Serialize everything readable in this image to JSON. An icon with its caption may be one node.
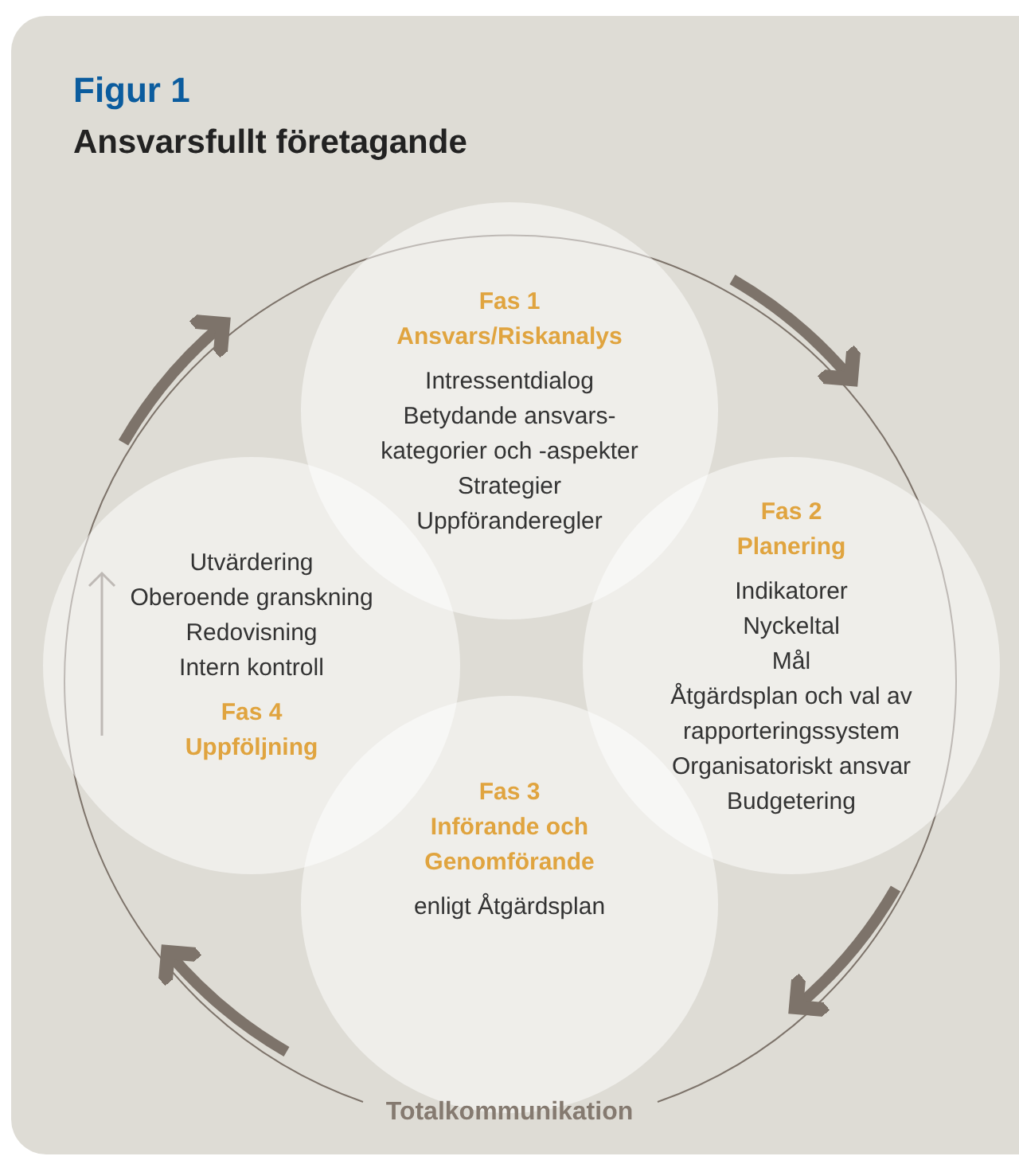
{
  "diagram": {
    "title": "Figur 1",
    "nodes": [
      {
        "text": [
          "Fas 1",
          "Ansvars/Riskanalys",
          "Intressentdialog",
          "Betydande ansvars- kategorier och -aspekter",
          "Strategier",
          "Uppföranderegler"
        ]
      },
      {
        "text": [
          "Fas 2",
          "Planering",
          "Indikatorer",
          "Nyckeltal",
          "Mål",
          "Åtgärdsplan och val av rapporteringssystem",
          "Organisatoriskt ansvar",
          "Budgetering"
        ]
      },
      {
        "text": [
          "Fas 3",
          "Införande och Genomförande",
          "enligt Åtgärdsplan"
        ]
      },
      {
        "text": [
          "Utvärdering",
          "Oberoende granskning",
          "Redovisning",
          "Intern kontroll",
          "Fas 4",
          "Uppföljning"
        ]
      }
    ],
    "edges": [
      {
        "from": 3,
        "to": 0,
        "arrow": "to"
      },
      {
        "from": 0,
        "to": 1,
        "arrow": "to"
      },
      {
        "from": 1,
        "to": 2,
        "arrow": "to"
      },
      {
        "from": 2,
        "to": 3,
        "arrow": "to"
      }
    ],
    "labels": [
      "Ansvarsfullt företagande",
      "Totalkommunikation"
    ]
  }
}
